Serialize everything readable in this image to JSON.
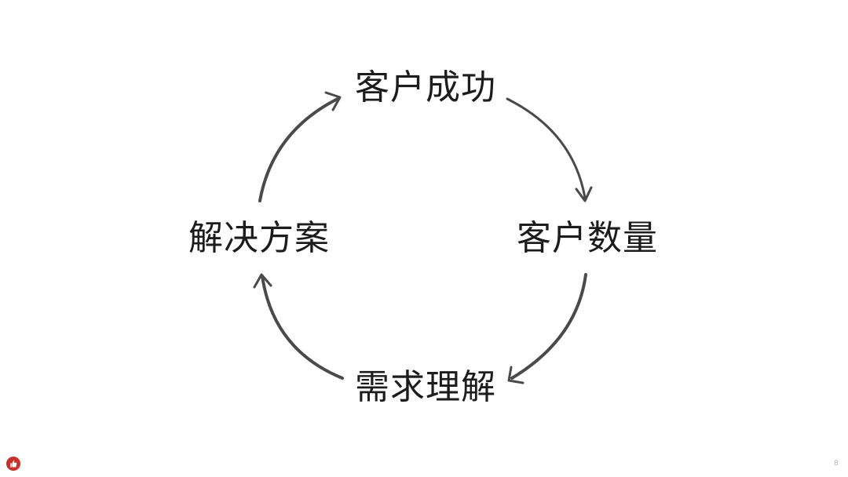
{
  "diagram": {
    "type": "cycle",
    "nodes": {
      "top": "客户成功",
      "right": "客户数量",
      "bottom": "需求理解",
      "left": "解决方案"
    },
    "edges": [
      {
        "from": "客户成功",
        "to": "客户数量"
      },
      {
        "from": "客户数量",
        "to": "需求理解"
      },
      {
        "from": "需求理解",
        "to": "解决方案"
      },
      {
        "from": "解决方案",
        "to": "客户成功"
      }
    ],
    "arrow_color": "#4a4a4a"
  },
  "footer": {
    "icon": "thumbs-up-icon",
    "icon_color": "#c8312b",
    "slide_number": "8"
  }
}
